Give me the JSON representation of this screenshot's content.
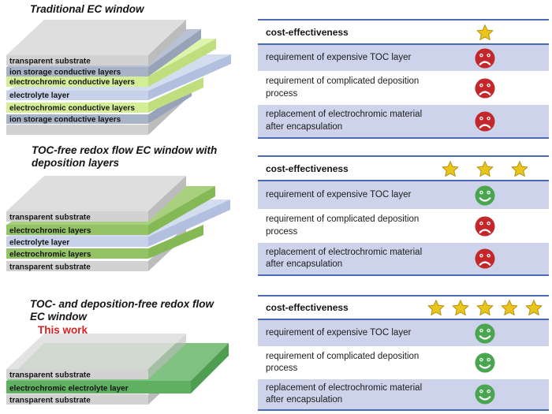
{
  "colors": {
    "line-blue": "#4a6ab4",
    "row-lavender": "#ccd3ea",
    "star-gold": "#ecc51c",
    "star-edge": "#b3920e",
    "happy": "#4aa551",
    "sad": "#c3272b",
    "red-accent": "#da1f1f",
    "sub-front": "#d2d2d2",
    "sub-top": "#dedede",
    "sub-side": "#bcbcbc",
    "ion-front": "#a9b3c7",
    "ion-top": "#b8c2d4",
    "ion-side": "#98a2b8",
    "ecl-front": "#d3ee97",
    "ecl-top": "#def3ab",
    "ecl-side": "#c0de7d",
    "elyte-front": "#c7d1e9",
    "elyte-top": "#d4ddf0",
    "elyte-side": "#b2bfde",
    "green2-front": "#93c364",
    "green2-top": "#a8d07e",
    "green2-side": "#85b956",
    "green3-front": "#5fb061",
    "green3-top": "#80c281",
    "green3-side": "#4e9d51"
  },
  "panels": [
    {
      "title": "Traditional EC window",
      "note": "",
      "layers": [
        {
          "label": "transparent substrate"
        },
        {
          "label": "ion storage conductive layers"
        },
        {
          "label": "electrochromic conductive layers"
        },
        {
          "label": "electrolyte layer"
        },
        {
          "label": "electrochromic conductive layers"
        },
        {
          "label": "ion storage conductive layers"
        },
        {
          "label": ""
        }
      ],
      "table": {
        "header": "cost-effectiveness",
        "star_count": 1,
        "rows": [
          {
            "text": "requirement of expensive TOC layer",
            "mood": "sad"
          },
          {
            "text": "requirement of complicated deposition process",
            "mood": "sad"
          },
          {
            "text": "replacement of electrochromic material after encapsulation",
            "mood": "sad"
          }
        ]
      }
    },
    {
      "title": "TOC-free redox flow EC window with deposition layers",
      "note": "",
      "layers": [
        {
          "label": "transparent substrate"
        },
        {
          "label": "electrochromic layers"
        },
        {
          "label": "electrolyte layer"
        },
        {
          "label": "electrochromic layers"
        },
        {
          "label": "transparent substrate"
        }
      ],
      "table": {
        "header": "cost-effectiveness",
        "star_count": 3,
        "rows": [
          {
            "text": "requirement of expensive TOC layer",
            "mood": "happy"
          },
          {
            "text": "requirement of complicated deposition process",
            "mood": "sad"
          },
          {
            "text": "replacement of electrochromic material after encapsulation",
            "mood": "sad"
          }
        ]
      }
    },
    {
      "title": "TOC- and deposition-free redox flow EC window",
      "note": "This work",
      "layers": [
        {
          "label": "transparent substrate"
        },
        {
          "label": "electrochromic electrolyte layer"
        },
        {
          "label": "transparent substrate"
        }
      ],
      "table": {
        "header": "cost-effectiveness",
        "star_count": 5,
        "rows": [
          {
            "text": "requirement of expensive TOC layer",
            "mood": "happy"
          },
          {
            "text": "requirement of complicated deposition process",
            "mood": "happy"
          },
          {
            "text": "replacement of electrochromic material after encapsulation",
            "mood": "happy"
          }
        ]
      }
    }
  ]
}
